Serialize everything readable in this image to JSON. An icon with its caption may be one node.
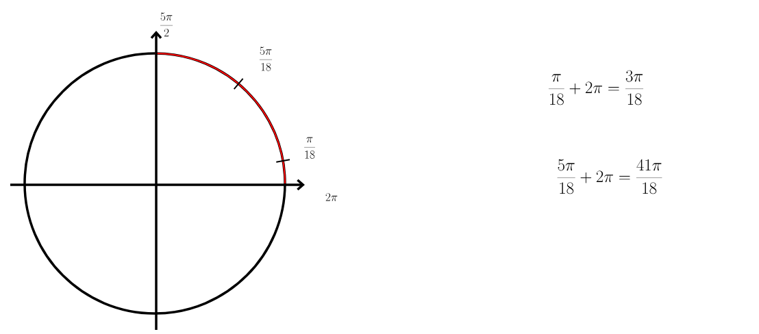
{
  "diagram": {
    "labels": [
      "\\frac{5\\pi}{2}",
      "\\frac{5\\pi}{18}",
      "\\frac{\\pi}{18}",
      "2\\pi",
      "\\frac{\\pi}{18} + 2\\pi = \\frac{3\\pi}{18}",
      "\\frac{5\\pi}{18} + 2\\pi = \\frac{41\\pi}{18}"
    ]
  }
}
